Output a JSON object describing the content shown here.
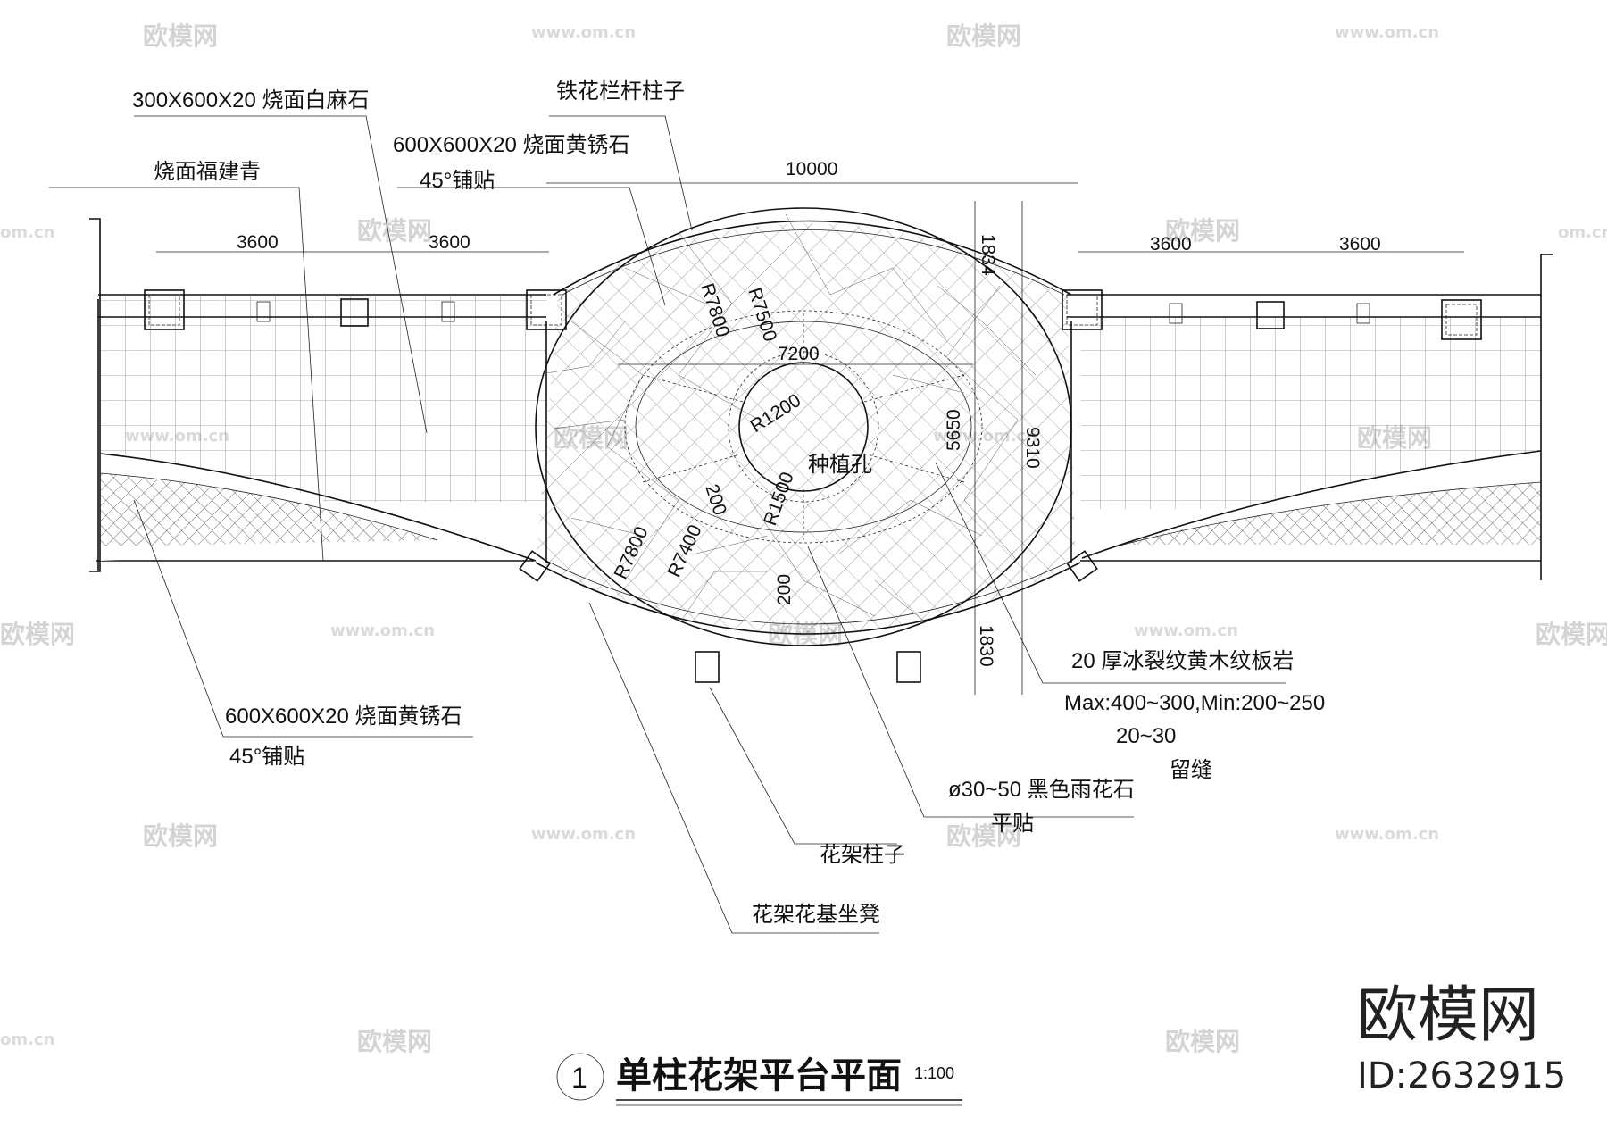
{
  "title": {
    "number": "1",
    "text": "单柱花架平台平面",
    "scale": "1:100"
  },
  "brand": {
    "name": "欧模网",
    "id": "ID:2632915"
  },
  "watermark": {
    "logo_text": "欧模网",
    "url_text": "www.om.cn",
    "side_text": "om.cn"
  },
  "dimensions": {
    "top_total": "10000",
    "left_a": "3600",
    "left_b": "3600",
    "right_a": "3600",
    "right_b": "3600",
    "v_top": "1834",
    "v_total": "9310",
    "v_mid": "5650",
    "v_bottom": "1830",
    "inner_width": "7200",
    "r1": "R7800",
    "r2": "R7500",
    "r3": "R1200",
    "r4": "R1500",
    "r5": "R7800",
    "r6": "R7400",
    "d1": "200",
    "d2": "200"
  },
  "labels": {
    "l1": "300X600X20 烧面白麻石",
    "l2": "烧面福建青",
    "l3a": "600X600X20 烧面黄锈石",
    "l3b": "45°铺贴",
    "l4": "铁花栏杆柱子",
    "l5": "种植孔",
    "l6a": "600X600X20 烧面黄锈石",
    "l6b": "45°铺贴",
    "l7a": "20 厚冰裂纹黄木纹板岩",
    "l7b": "Max:400~300,Min:200~250",
    "l7c": "20~30",
    "l7d": "留缝",
    "l8a": "ø30~50 黑色雨花石",
    "l8b": "平贴",
    "l9": "花架柱子",
    "l10": "花架花基坐凳"
  }
}
